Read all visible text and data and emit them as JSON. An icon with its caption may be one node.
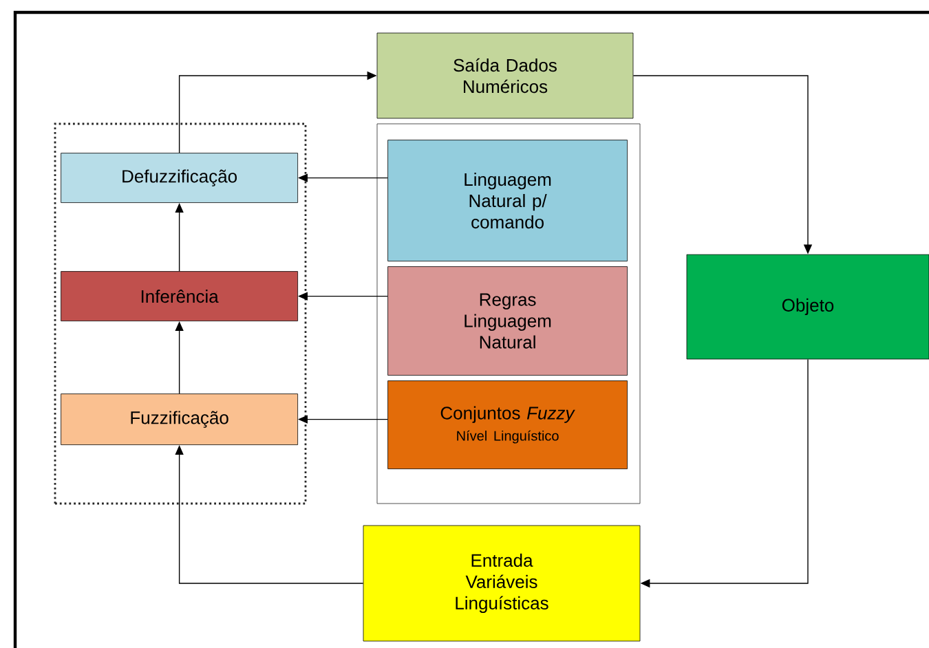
{
  "diagram": {
    "nodes": [
      {
        "text": [],
        "shape": "box"
      },
      {
        "text": [
          "Defuzzificação"
        ],
        "in": 0
      },
      {
        "text": [
          "Inferência"
        ],
        "in": 0
      },
      {
        "text": [
          "Fuzzificação"
        ],
        "in": 0
      },
      {
        "text": [
          "Saída Dados Numéricos"
        ]
      },
      {
        "text": [],
        "shape": "box"
      },
      {
        "text": [
          "Linguagem Natural p/ comando"
        ],
        "in": 5
      },
      {
        "text": [
          "Regras Linguagem Natural"
        ],
        "in": 5
      },
      {
        "text": [
          "Conjuntos *Fuzzy*",
          "Nível Linguístico"
        ],
        "in": 5
      },
      {
        "text": [
          "Objeto"
        ]
      },
      {
        "text": [
          "Entrada Variáveis Linguísticas"
        ]
      }
    ],
    "edges": [
      {
        "from": 1,
        "to": 4,
        "arrow": "to"
      },
      {
        "from": 4,
        "to": 9,
        "arrow": "to"
      },
      {
        "from": 9,
        "to": 10,
        "arrow": "to"
      },
      {
        "from": 10,
        "to": 3,
        "arrow": "to"
      },
      {
        "from": 3,
        "to": 2,
        "arrow": "to"
      },
      {
        "from": 2,
        "to": 1,
        "arrow": "to"
      },
      {
        "from": 6,
        "to": 1,
        "arrow": "to"
      },
      {
        "from": 7,
        "to": 2,
        "arrow": "to"
      },
      {
        "from": 8,
        "to": 3,
        "arrow": "to"
      }
    ]
  }
}
